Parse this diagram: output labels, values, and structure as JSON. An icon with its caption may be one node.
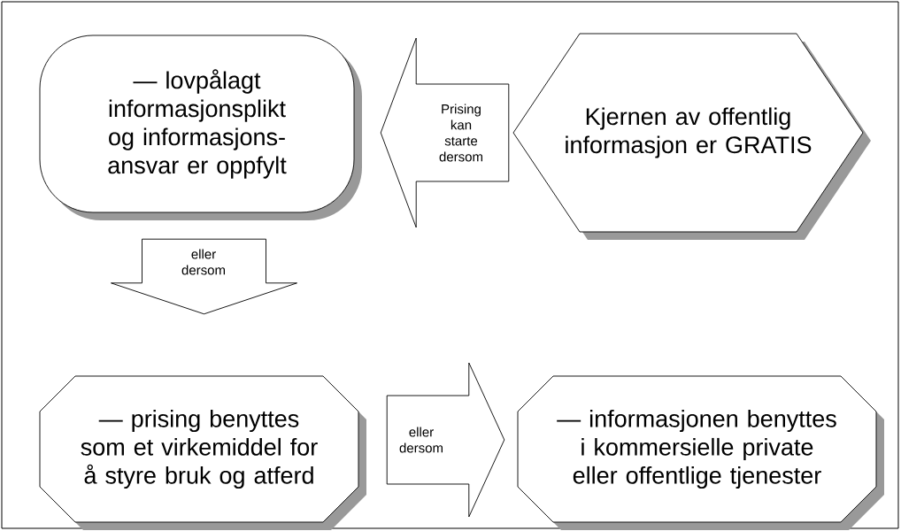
{
  "diagram": {
    "nodes": [
      {
        "text": [
          "— lovpålagt informasjonsplikt og informasjons- ansvar er oppfylt"
        ]
      },
      {
        "text": [
          "Kjernen av offentlig informasjon er GRATIS"
        ]
      },
      {
        "text": [
          "— prising benyttes som et virkemiddel for å styre bruk og atferd"
        ]
      },
      {
        "text": [
          "— informasjonen benyttes i kommersielle private eller offentlige tjenester"
        ]
      }
    ],
    "edges": [
      {
        "from": 1,
        "to": 0,
        "arrow": "to",
        "label": "Prising kan starte dersom"
      },
      {
        "from": 0,
        "to": 2,
        "arrow": "to",
        "label": "eller dersom"
      },
      {
        "from": 2,
        "to": 3,
        "arrow": "to",
        "label": "eller dersom"
      }
    ]
  }
}
